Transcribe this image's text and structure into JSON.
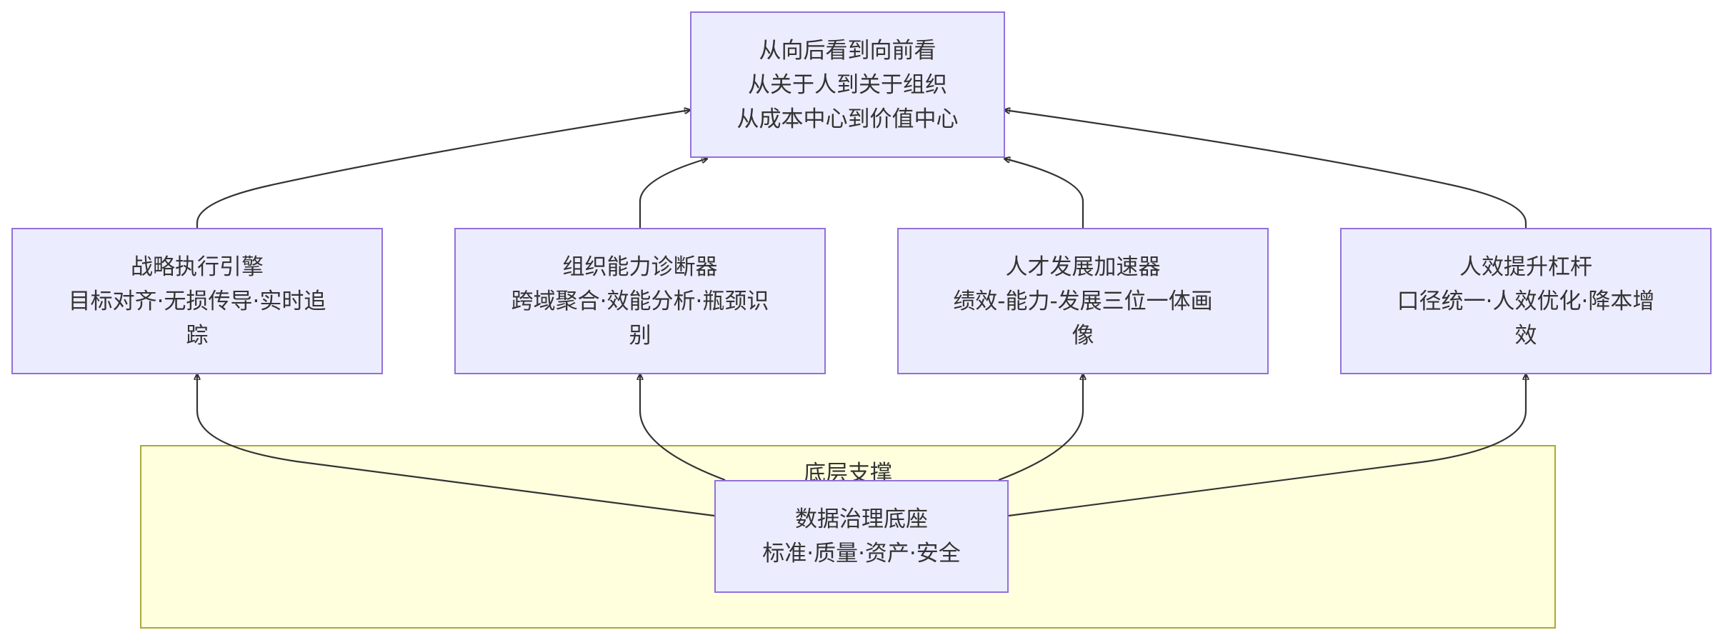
{
  "diagram": {
    "subgraph": {
      "label": "底层支撑"
    },
    "nodes": {
      "top": {
        "lines": [
          "从向后看到向前看",
          "从关于人到关于组织",
          "从成本中心到价值中心"
        ]
      },
      "strategy": {
        "lines": [
          "战略执行引擎",
          "目标对齐·无损传导·实时追",
          "踪"
        ]
      },
      "diagnosis": {
        "lines": [
          "组织能力诊断器",
          "跨域聚合·效能分析·瓶颈识",
          "别"
        ]
      },
      "talent": {
        "lines": [
          "人才发展加速器",
          "绩效-能力-发展三位一体画",
          "像"
        ]
      },
      "efficiency": {
        "lines": [
          "人效提升杠杆",
          "口径统一·人效优化·降本增",
          "效"
        ]
      },
      "data_base": {
        "lines": [
          "数据治理底座",
          "标准·质量·资产·安全"
        ]
      }
    },
    "edges": [
      {
        "from": "data_base",
        "to": "strategy"
      },
      {
        "from": "data_base",
        "to": "diagnosis"
      },
      {
        "from": "data_base",
        "to": "talent"
      },
      {
        "from": "data_base",
        "to": "efficiency"
      },
      {
        "from": "strategy",
        "to": "top"
      },
      {
        "from": "diagnosis",
        "to": "top"
      },
      {
        "from": "talent",
        "to": "top"
      },
      {
        "from": "efficiency",
        "to": "top"
      }
    ],
    "colors": {
      "node_fill": "#ECECFF",
      "node_border": "#9370DB",
      "cluster_fill": "#ffffde",
      "cluster_border": "#aaaa33",
      "edge": "#333333",
      "text": "#333333"
    }
  }
}
